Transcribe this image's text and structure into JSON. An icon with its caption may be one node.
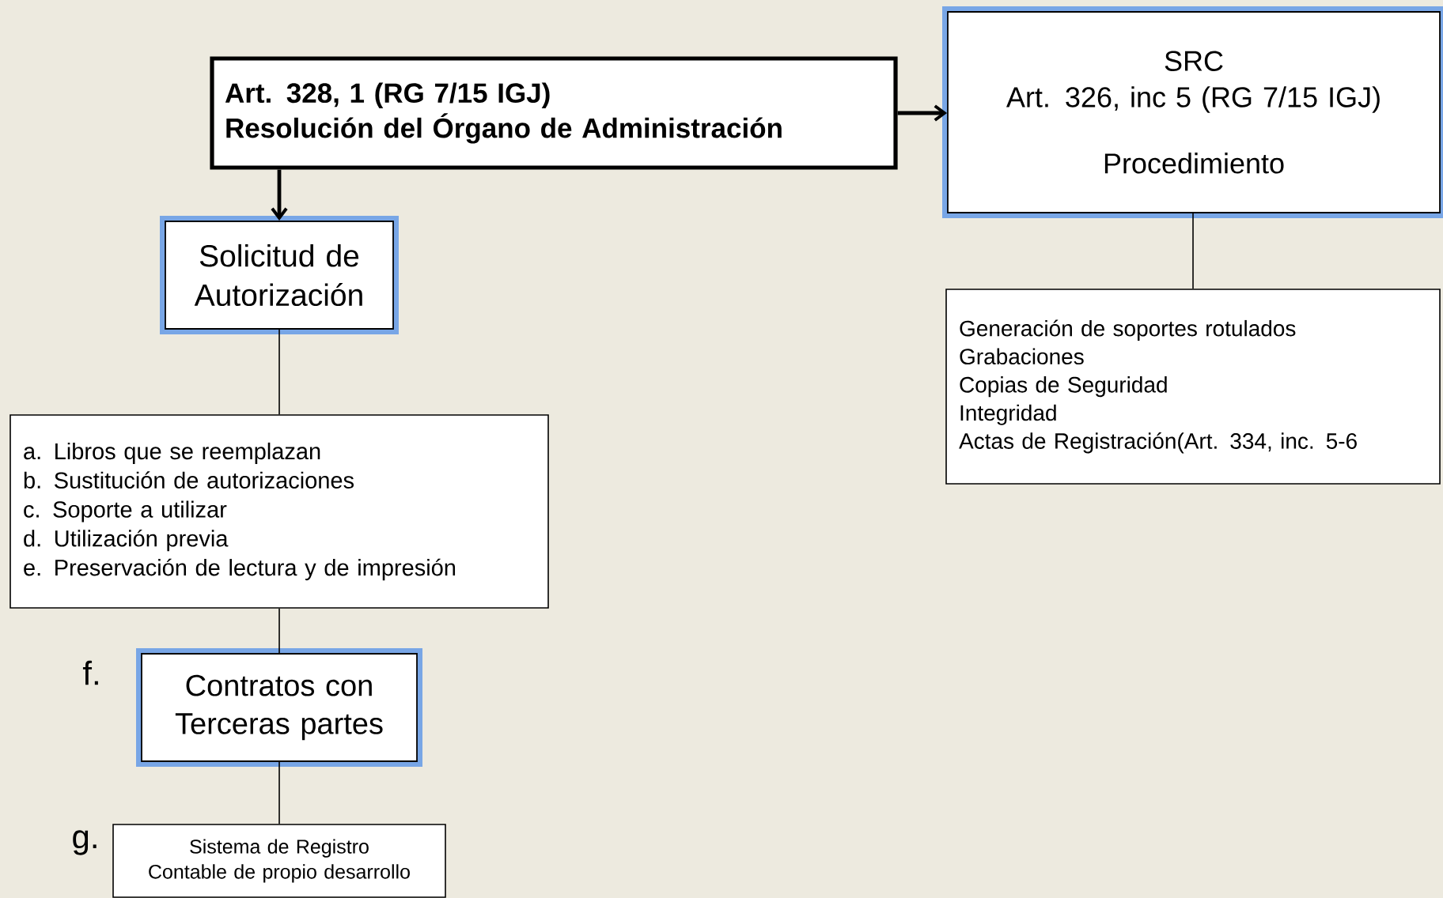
{
  "diagram": {
    "nodes": [
      {
        "text": [
          "Art. 328, 1 (RG 7/15 IGJ)",
          "Resolución del Órgano de Administración"
        ]
      },
      {
        "text": [
          "SRC",
          "Art. 326, inc 5 (RG 7/15 IGJ)",
          "Procedimiento"
        ]
      },
      {
        "text": [
          "Solicitud de Autorización"
        ]
      },
      {
        "text": [
          "a. Libros que se reemplazan",
          "b. Sustitución de autorizaciones",
          "c. Soporte a utilizar",
          "d. Utilización previa",
          "e. Preservación de lectura y de impresión"
        ]
      },
      {
        "text": [
          "Contratos con Terceras partes"
        ],
        "beside": [
          "f."
        ]
      },
      {
        "text": [
          "Sistema de Registro Contable de propio desarrollo"
        ],
        "beside": [
          "g."
        ]
      },
      {
        "text": [
          "Generación de soportes rotulados",
          "Grabaciones",
          "Copias de Seguridad",
          "Integridad",
          "Actas de Registración(Art. 334, inc. 5-6"
        ]
      }
    ],
    "edges": [
      {
        "from": 0,
        "to": 1,
        "arrow": "to",
        "style": "thick"
      },
      {
        "from": 0,
        "to": 2,
        "arrow": "to",
        "style": "thick"
      },
      {
        "from": 2,
        "to": 3,
        "arrow": "none"
      },
      {
        "from": 3,
        "to": 4,
        "arrow": "none"
      },
      {
        "from": 4,
        "to": 5,
        "arrow": "none"
      },
      {
        "from": 1,
        "to": 6,
        "arrow": "none"
      }
    ]
  }
}
